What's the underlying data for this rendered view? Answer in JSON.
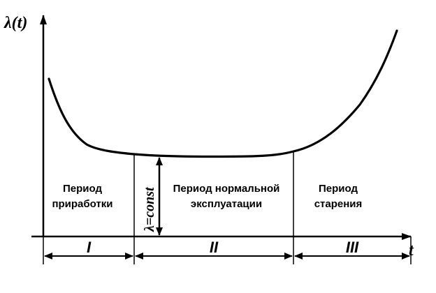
{
  "y_axis_label": "λ(t)",
  "x_axis_label": "t",
  "constant_label": "λ=const",
  "periods": [
    {
      "numeral": "I",
      "title_line1": "Период",
      "title_line2": "приработки"
    },
    {
      "numeral": "II",
      "title_line1": "Период нормальной",
      "title_line2": "эксплуатации"
    },
    {
      "numeral": "III",
      "title_line1": "Период",
      "title_line2": "старения"
    }
  ]
}
